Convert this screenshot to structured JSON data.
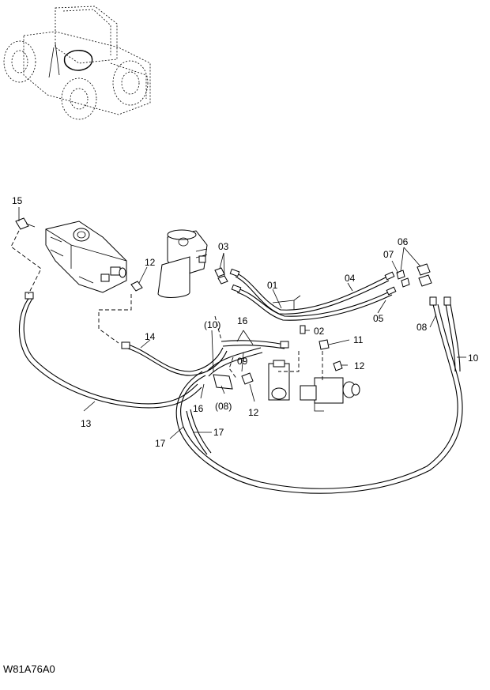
{
  "diagram_code": "W81A76A0",
  "callouts": {
    "c01": "01",
    "c02": "02",
    "c03": "03",
    "c04": "04",
    "c05": "05",
    "c06": "06",
    "c07": "07",
    "c08": "08",
    "c08p": "(08)",
    "c09": "09",
    "c10": "10",
    "c10p": "(10)",
    "c11": "11",
    "c12a": "12",
    "c12b": "12",
    "c12c": "12",
    "c13": "13",
    "c14": "14",
    "c15": "15",
    "c16a": "16",
    "c16b": "16",
    "c17a": "17",
    "c17b": "17"
  }
}
